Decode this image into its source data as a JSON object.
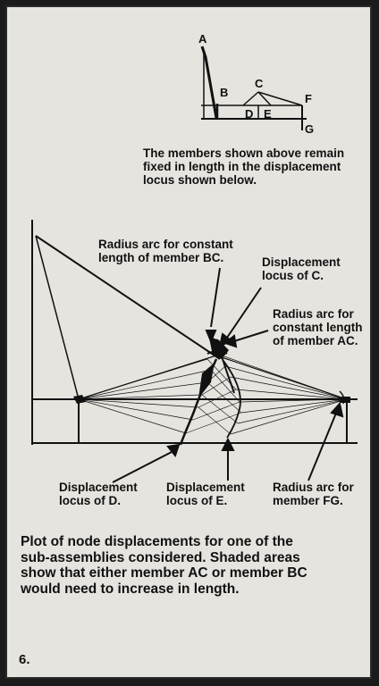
{
  "top_diagram": {
    "node_labels": [
      "A",
      "B",
      "C",
      "D",
      "E",
      "F",
      "G"
    ]
  },
  "intro_text": "The members shown above remain\nfixed in length in the displacement\nlocus shown below.",
  "annotations": {
    "arc_bc": "Radius arc for constant\nlength of member BC.",
    "locus_c": "Displacement\nlocus of C.",
    "arc_ac": "Radius arc for\nconstant length\nof member AC.",
    "locus_d": "Displacement\nlocus of D.",
    "locus_e": "Displacement\nlocus of E.",
    "arc_fg": "Radius arc for\nmember FG."
  },
  "caption": "Plot of node displacements for one of the\nsub-assemblies considered. Shaded areas\nshow that either member AC or member BC\nwould need to increase in length.",
  "figure_number": "6.",
  "colors": {
    "paper": "#e6e4df",
    "ink": "#111111",
    "border": "#1b1b1b"
  }
}
